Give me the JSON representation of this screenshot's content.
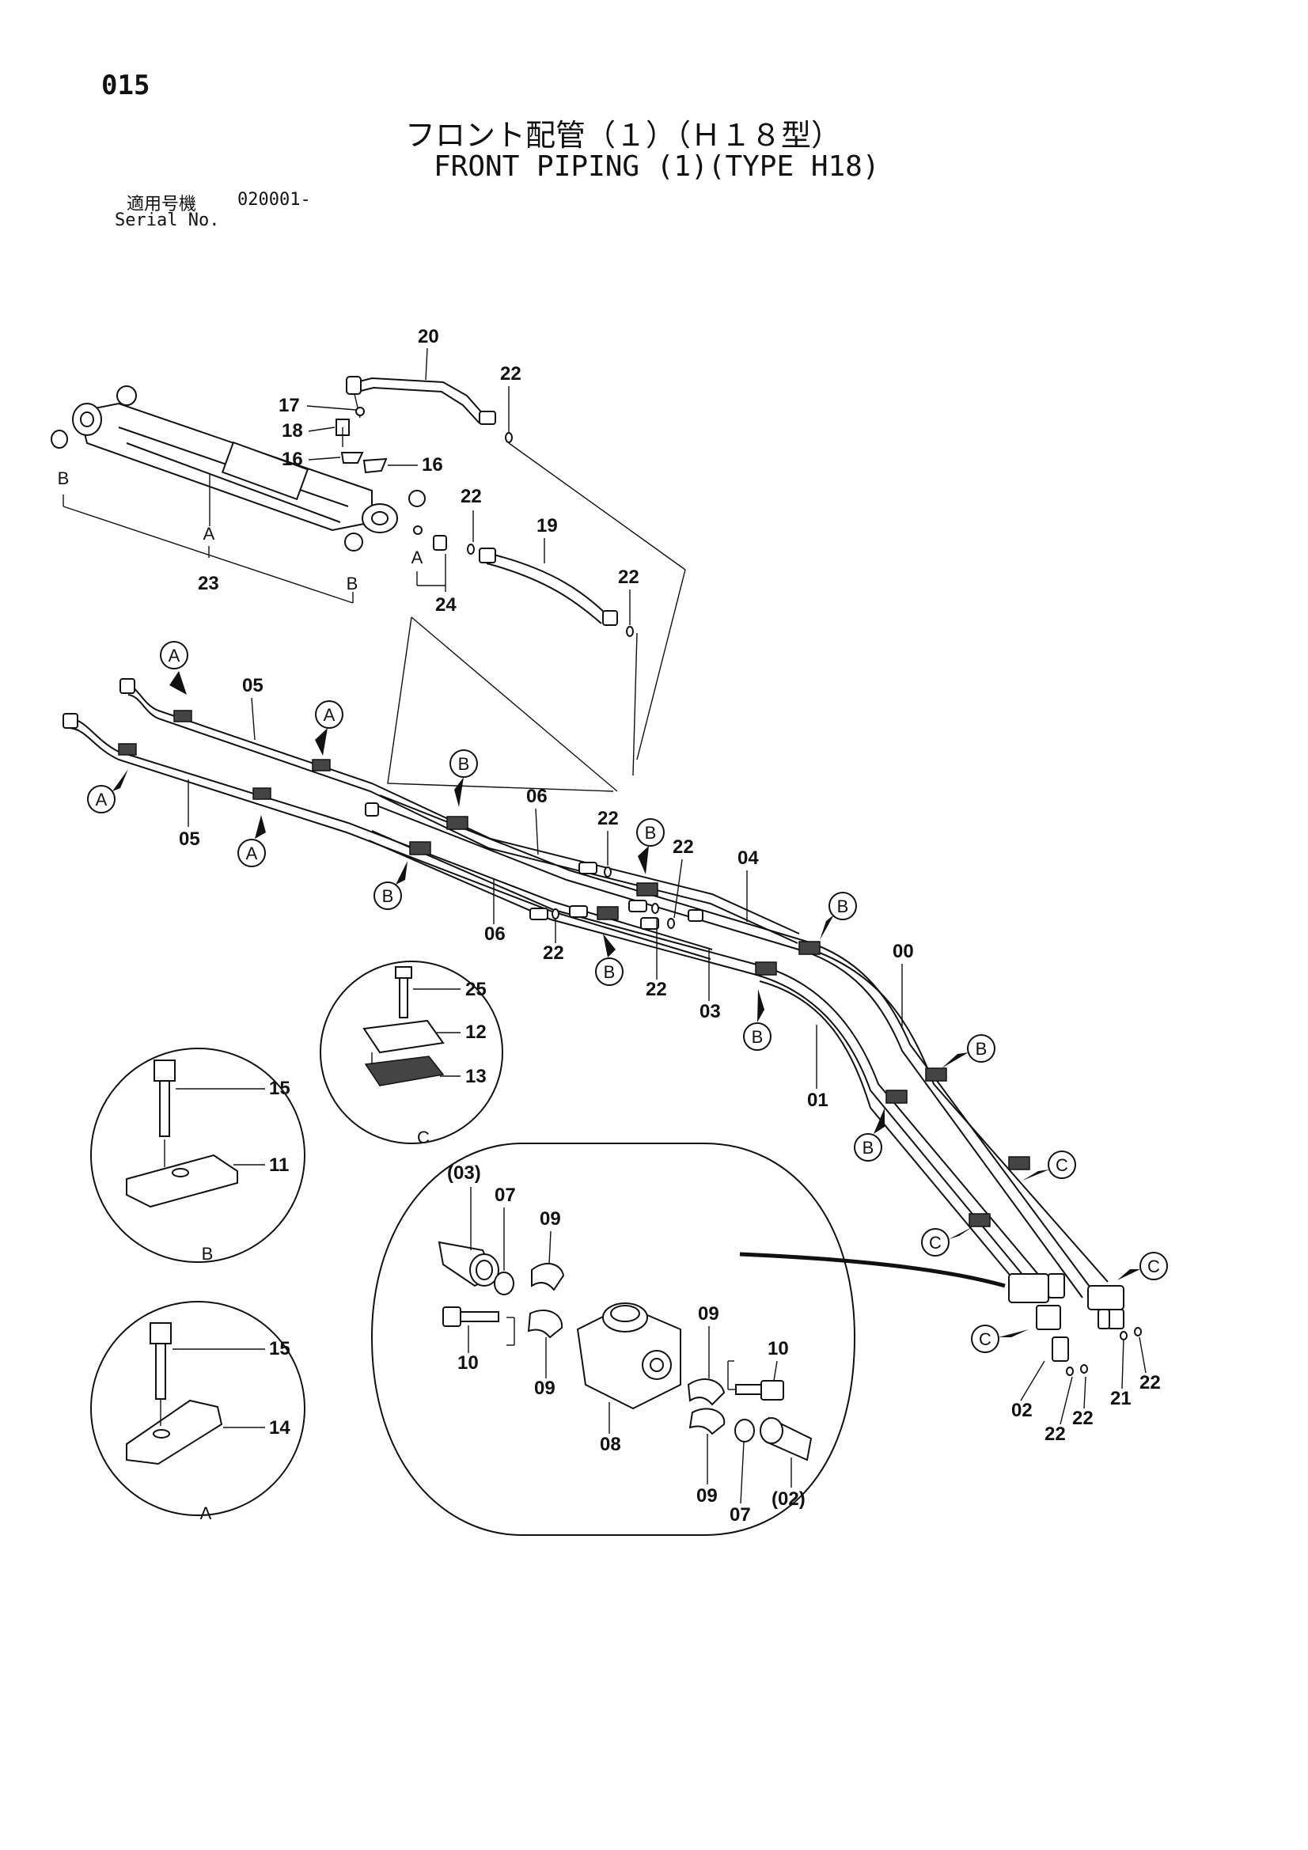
{
  "header": {
    "page_number": "015",
    "title_jp": "フロント配管（１）（Ｈ１８型）",
    "title_en": "FRONT PIPING (1)(TYPE H18)",
    "serial_label_jp": "適用号機",
    "serial_value": "020001-",
    "serial_label_en": "Serial No."
  },
  "callouts": {
    "A": "A",
    "B": "B",
    "C": "C"
  },
  "part_labels": {
    "p00": "00",
    "p01": "01",
    "p02": "02",
    "p02p": "(02)",
    "p03": "03",
    "p03p": "(03)",
    "p04": "04",
    "p05": "05",
    "p06": "06",
    "p07": "07",
    "p08": "08",
    "p09": "09",
    "p10": "10",
    "p11": "11",
    "p12": "12",
    "p13": "13",
    "p14": "14",
    "p15": "15",
    "p16": "16",
    "p17": "17",
    "p18": "18",
    "p19": "19",
    "p20": "20",
    "p21": "21",
    "p22": "22",
    "p23": "23",
    "p24": "24",
    "p25": "25"
  },
  "detail_labels": {
    "detail_a": "A",
    "detail_b": "B",
    "detail_c": "C"
  }
}
